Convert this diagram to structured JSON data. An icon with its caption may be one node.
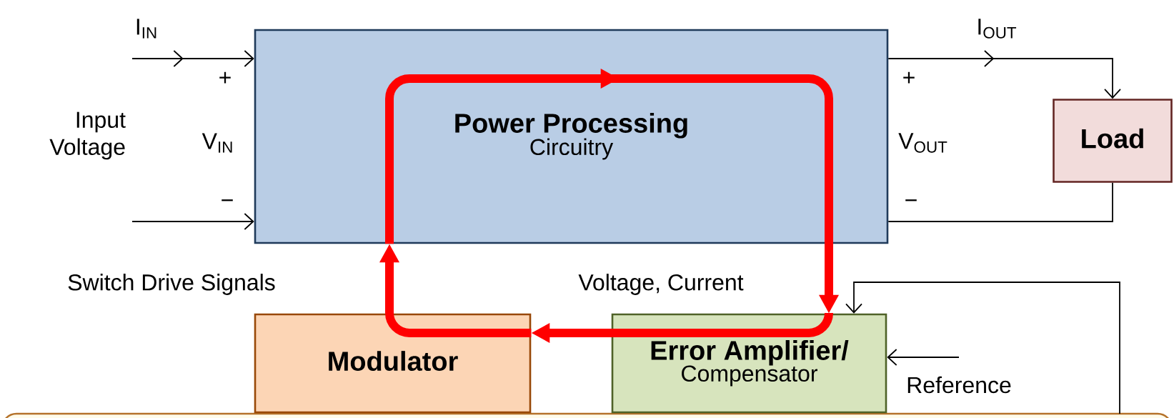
{
  "diagram": {
    "nodes": [
      {
        "text": [
          "Power Processing",
          "Circuitry"
        ]
      },
      {
        "text": [
          "Load"
        ]
      },
      {
        "text": [
          "Modulator"
        ]
      },
      {
        "text": [
          "Error Amplifier/",
          "Compensator"
        ]
      },
      {
        "text": [
          "Reference"
        ]
      }
    ],
    "edges": [
      {
        "from": null,
        "to": 0,
        "arrow": "to"
      },
      {
        "from": null,
        "to": 0,
        "arrow": "to"
      },
      {
        "from": 0,
        "to": 1,
        "arrow": "to"
      },
      {
        "from": 0,
        "to": 1,
        "arrow": "none"
      },
      {
        "from": 0,
        "to": 3,
        "arrow": "to",
        "style": "thick",
        "color": "#ff0000"
      },
      {
        "from": 3,
        "to": 2,
        "arrow": "to",
        "style": "thick",
        "color": "#ff0000"
      },
      {
        "from": 2,
        "to": 0,
        "arrow": "to",
        "style": "thick",
        "color": "#ff0000"
      },
      {
        "from": 4,
        "to": 3,
        "arrow": "to"
      },
      {
        "from": null,
        "to": 3,
        "arrow": "to"
      }
    ],
    "labels": [
      "I$_{IN}$",
      "+",
      "Input Voltage",
      "V$_{IN}$",
      "−",
      "I$_{OUT}$",
      "+",
      "V$_{OUT}$",
      "−",
      "Switch Drive Signals",
      "Voltage, Current"
    ]
  }
}
